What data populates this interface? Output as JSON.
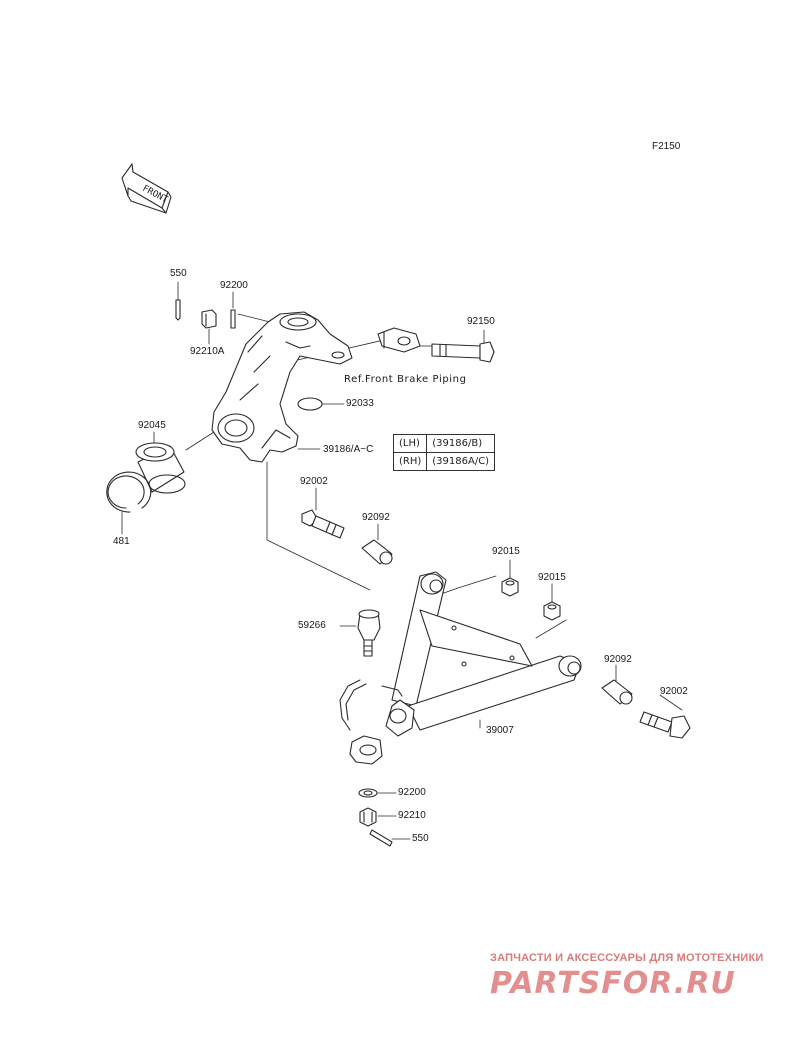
{
  "diagram_code": "F2150",
  "front_label": "FRONT",
  "parts": [
    {
      "id": "p550a",
      "label": "550"
    },
    {
      "id": "p92200a",
      "label": "92200"
    },
    {
      "id": "p92210A",
      "label": "92210A"
    },
    {
      "id": "p92150",
      "label": "92150"
    },
    {
      "id": "p92033",
      "label": "92033"
    },
    {
      "id": "p92045",
      "label": "92045"
    },
    {
      "id": "p39186",
      "label": "39186/A~C"
    },
    {
      "id": "p481",
      "label": "481"
    },
    {
      "id": "p92002a",
      "label": "92002"
    },
    {
      "id": "p92092a",
      "label": "92092"
    },
    {
      "id": "p92015a",
      "label": "92015"
    },
    {
      "id": "p92015b",
      "label": "92015"
    },
    {
      "id": "p59266",
      "label": "59266"
    },
    {
      "id": "p92092b",
      "label": "92092"
    },
    {
      "id": "p92002b",
      "label": "92002"
    },
    {
      "id": "p39007",
      "label": "39007"
    },
    {
      "id": "p92200b",
      "label": "92200"
    },
    {
      "id": "p92210",
      "label": "92210"
    },
    {
      "id": "p550b",
      "label": "550"
    }
  ],
  "ref_note": "Ref.Front Brake Piping",
  "side_table": [
    {
      "side": "(LH)",
      "part": "(39186/B)"
    },
    {
      "side": "(RH)",
      "part": "(39186A/C)"
    }
  ],
  "watermark": {
    "tagline": "ЗАПЧАСТИ И АКСЕССУАРЫ ДЛЯ МОТОТЕХНИКИ",
    "brand": "PARTSFOR.RU"
  }
}
